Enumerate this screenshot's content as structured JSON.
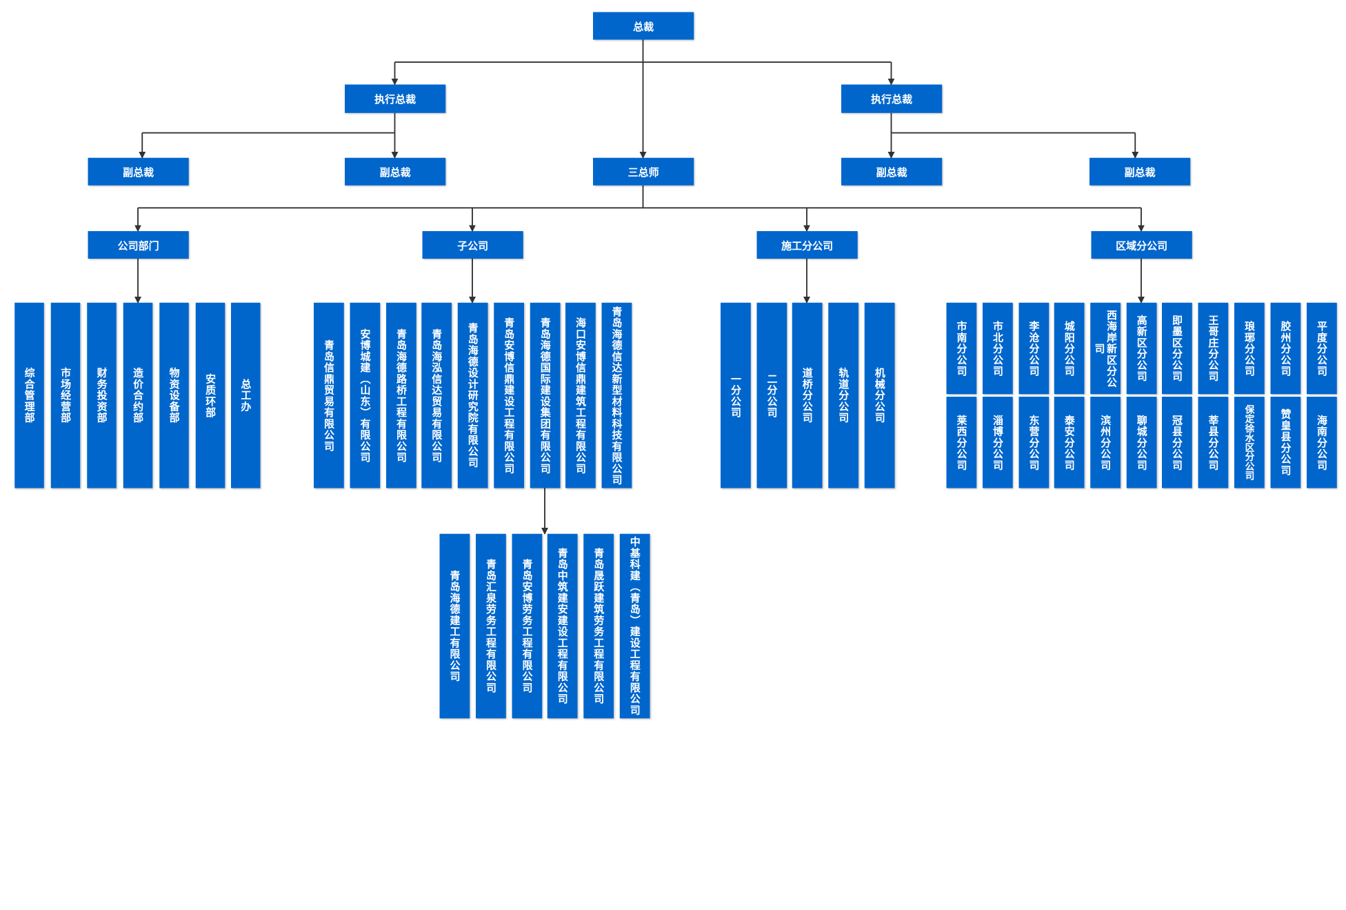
{
  "colors": {
    "box": "#0066CC",
    "text": "#FFFFFF",
    "line": "#333333"
  },
  "top": {
    "ceo": "总裁",
    "evp_left": "执行总裁",
    "evp_right": "执行总裁"
  },
  "level3": {
    "vp1": "副总裁",
    "vp2": "副总裁",
    "chief": "三总师",
    "vp3": "副总裁",
    "vp4": "副总裁"
  },
  "categories": {
    "dept": "公司部门",
    "sub": "子公司",
    "const": "施工分公司",
    "region": "区域分公司"
  },
  "departments": [
    "综合管理部",
    "市场经营部",
    "财务投资部",
    "造价合约部",
    "物资设备部",
    "安质环部",
    "总工办"
  ],
  "subsidiaries": [
    "青岛信鼎贸易有限公司",
    "安博城建（山东）有限公司",
    "青岛海德路桥工程有限公司",
    "青岛海泓信达贸易有限公司",
    "青岛海德设计研究院有限公司",
    "青岛安博信鼎建设工程有限公司",
    "青岛海德国际建设集团有限公司",
    "海口安博信鼎建筑工程有限公司",
    "青岛海德信达新型材料科技有限公司"
  ],
  "group_subs": [
    "青岛海德建工有限公司",
    "青岛汇泉劳务工程有限公司",
    "青岛安博劳务工程有限公司",
    "青岛中筑建安建设工程有限公司",
    "青岛晟跃建筑劳务工程有限公司",
    "中基科建（青岛）建设工程有限公司"
  ],
  "construction": [
    "一分公司",
    "二分公司",
    "道桥分公司",
    "轨道分公司",
    "机械分公司"
  ],
  "regional_top": [
    "市南分公司",
    "市北分公司",
    "李沧分公司",
    "城阳分公司",
    "西海岸新区分公司",
    "高新区分公司",
    "即墨区分公司",
    "王哥庄分公司",
    "琅琊分公司",
    "胶州分公司",
    "平度分公司"
  ],
  "regional_bottom": [
    "莱西分公司",
    "淄博分公司",
    "东营分公司",
    "泰安分公司",
    "滨州分公司",
    "聊城分公司",
    "冠县分公司",
    "莘县分公司",
    "保定徐水区分公司",
    "赞皇县分公司",
    "海南分公司"
  ]
}
